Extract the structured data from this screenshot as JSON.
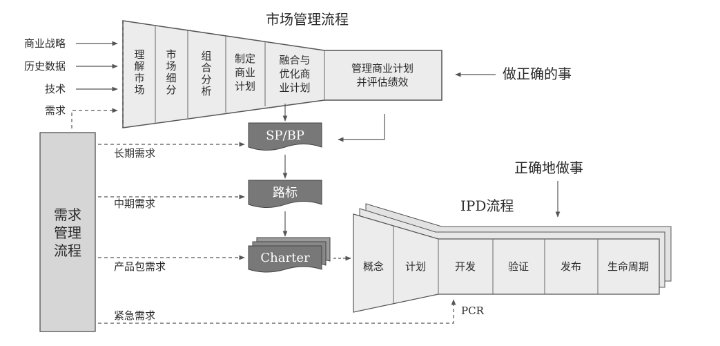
{
  "market_process": {
    "title": "市场管理流程",
    "inputs": [
      "商业战略",
      "历史数据",
      "技术",
      "需求"
    ],
    "stages": [
      [
        "理",
        "解",
        "市",
        "场"
      ],
      [
        "市",
        "场",
        "细",
        "分"
      ],
      [
        "组",
        "合",
        "分",
        "析"
      ],
      [
        "制定",
        "商业",
        "计划"
      ],
      [
        "融合与",
        "优化商",
        "业计划"
      ],
      [
        "管理商业计划",
        "并评估绩效"
      ]
    ],
    "side_note": "做正确的事"
  },
  "documents": {
    "sp_bp": "SP/BP",
    "roadmap": "路标",
    "charter": "Charter"
  },
  "demand_process": {
    "title_lines": [
      "需求",
      "管理",
      "流程"
    ],
    "flows": [
      "长期需求",
      "中期需求",
      "产品包需求",
      "紧急需求"
    ]
  },
  "ipd": {
    "title": "IPD流程",
    "side_note": "正确地做事",
    "phases": [
      "概念",
      "计划",
      "开发",
      "验证",
      "发布",
      "生命周期"
    ],
    "pcr": "PCR"
  },
  "colors": {
    "fill": "#ececec",
    "box": "#d6d6d6",
    "doc": "#787878",
    "line": "#555555"
  }
}
